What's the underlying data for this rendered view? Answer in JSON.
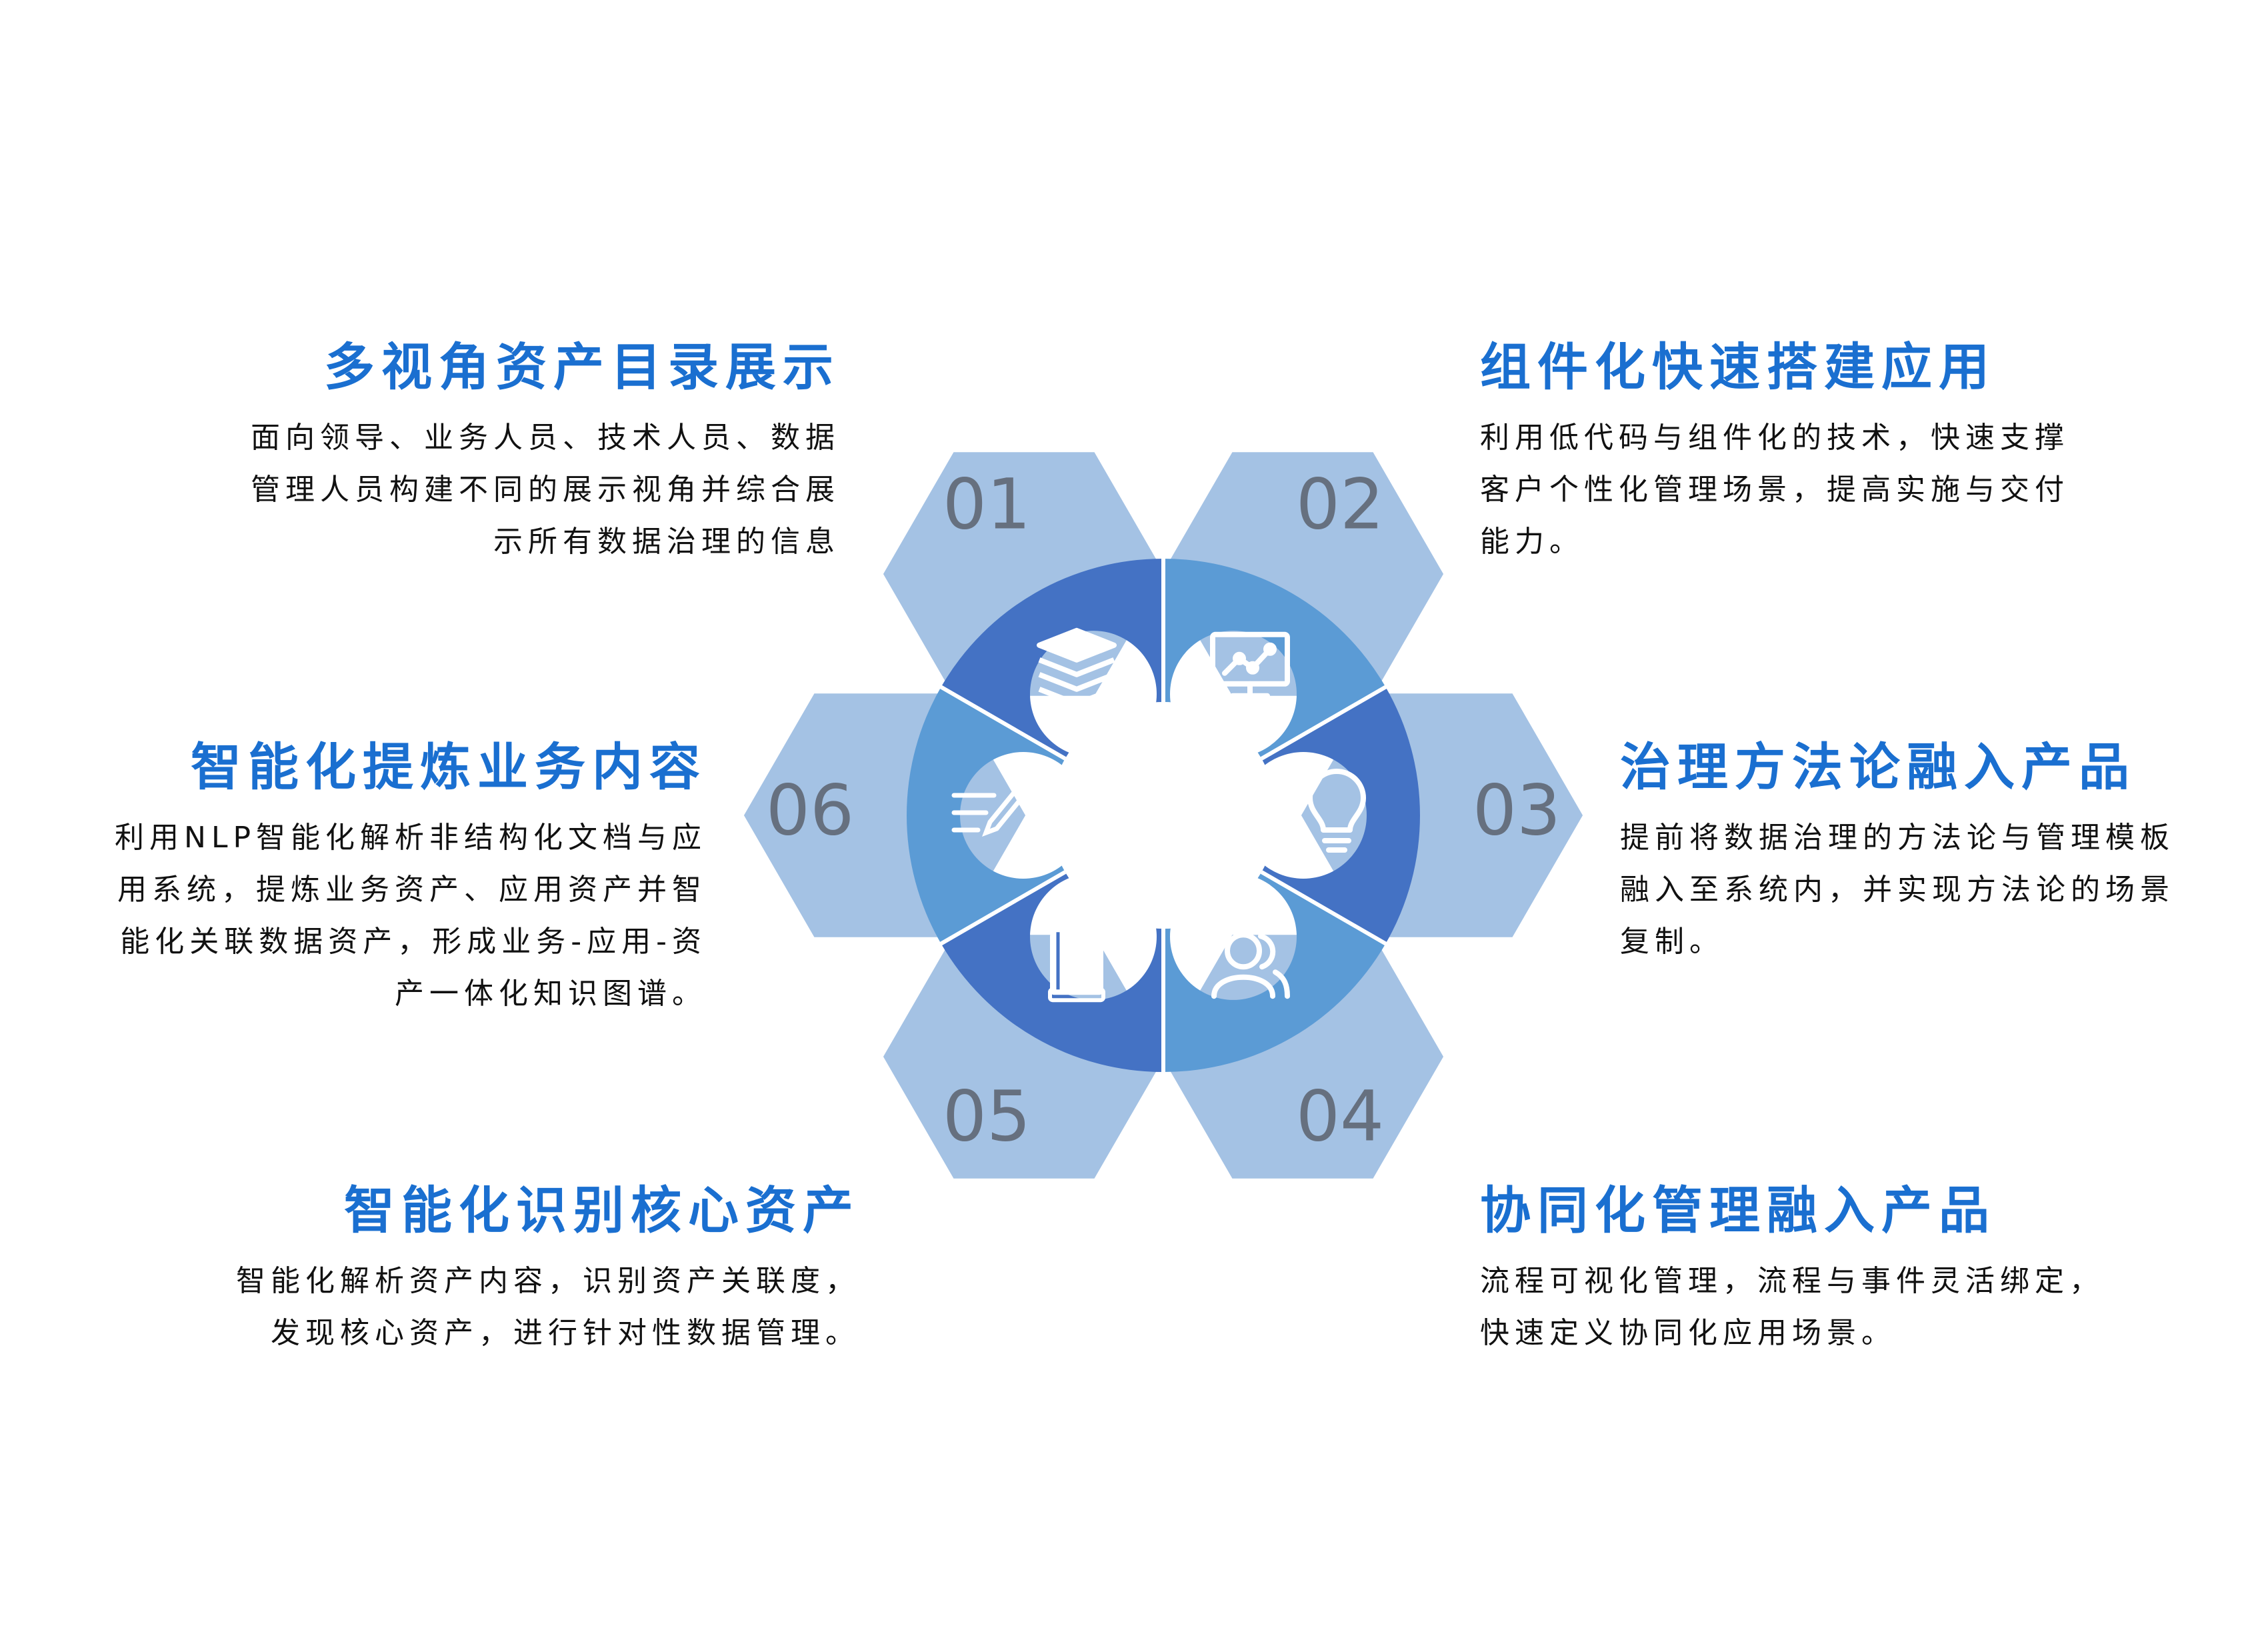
{
  "colors": {
    "hex_fill": "#a4c2e4",
    "ring_dark": "#4472c4",
    "ring_light": "#5b9bd5",
    "number": "#66707f",
    "title": "#1a6fd0",
    "text": "#111111"
  },
  "segments": [
    {
      "number": "01",
      "icon": "layers-icon"
    },
    {
      "number": "02",
      "icon": "monitor-chart-icon"
    },
    {
      "number": "03",
      "icon": "lightbulb-icon"
    },
    {
      "number": "04",
      "icon": "users-icon"
    },
    {
      "number": "05",
      "icon": "book-icon"
    },
    {
      "number": "06",
      "icon": "edit-list-icon"
    }
  ],
  "blocks": [
    {
      "title": "多视角资产目录展示",
      "desc": "面向领导、业务人员、技术人员、数据\n管理人员构建不同的展示视角并综合展\n示所有数据治理的信息"
    },
    {
      "title": "组件化快速搭建应用",
      "desc": "利用低代码与组件化的技术，快速支撑\n客户个性化管理场景，提高实施与交付\n能力。"
    },
    {
      "title": "治理方法论融入产品",
      "desc": "提前将数据治理的方法论与管理模板\n融入至系统内，并实现方法论的场景\n复制。"
    },
    {
      "title": "协同化管理融入产品",
      "desc": "流程可视化管理，流程与事件灵活绑定，\n快速定义协同化应用场景。"
    },
    {
      "title": "智能化识别核心资产",
      "desc": "智能化解析资产内容，识别资产关联度，\n发现核心资产，进行针对性数据管理。"
    },
    {
      "title": "智能化提炼业务内容",
      "desc": "利用NLP智能化解析非结构化文档与应\n用系统，提炼业务资产、应用资产并智\n能化关联数据资产，形成业务-应用-资\n产一体化知识图谱。"
    }
  ]
}
